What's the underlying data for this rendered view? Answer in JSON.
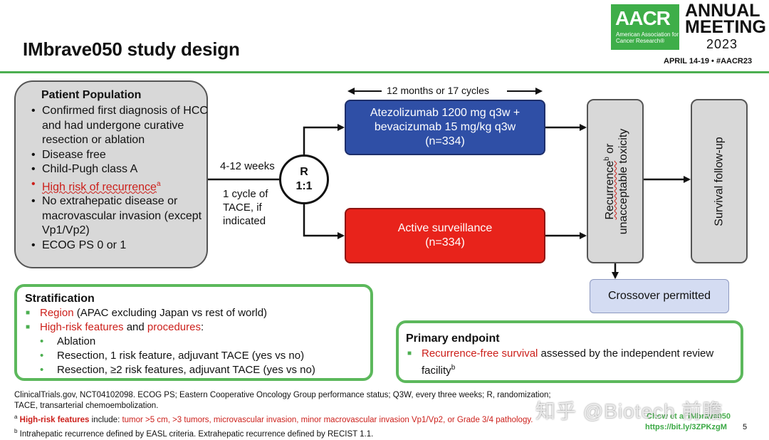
{
  "header": {
    "title": "IMbrave050 study design",
    "logo_text": "AACR",
    "logo_subtext": "American Association for Cancer Research®",
    "meeting_line1": "ANNUAL",
    "meeting_line2": "MEETING",
    "meeting_year": "2023",
    "meeting_dates": "APRIL 14-19 • #AACR23"
  },
  "population": {
    "title": "Patient Population",
    "items": [
      {
        "text": "Confirmed first diagnosis of HCC and had undergone curative resection or ablation",
        "sup": ""
      },
      {
        "text": "Disease free",
        "sup": ""
      },
      {
        "text": "Child-Pugh class A",
        "sup": ""
      },
      {
        "text": "High risk of recurrence",
        "sup": "a"
      },
      {
        "text": "No extrahepatic disease or macrovascular invasion (except Vp1/Vp2)",
        "sup": ""
      },
      {
        "text": "ECOG PS 0 or 1",
        "sup": ""
      }
    ]
  },
  "randomization": {
    "timing": "4-12 weeks",
    "r_label": "R",
    "ratio": "1:1",
    "tace_note_1": "1 cycle of",
    "tace_note_2": "TACE, if",
    "tace_note_3": "indicated"
  },
  "treatment_period": "12 months or 17 cycles",
  "arms": {
    "experimental_line1": "Atezolizumab 1200 mg q3w +",
    "experimental_line2": "bevacizumab 15 mg/kg q3w",
    "experimental_n": "(n=334)",
    "control_line1": "Active surveillance",
    "control_n": "(n=334)"
  },
  "outcomes": {
    "recurrence_line1_a": "Recurrence",
    "recurrence_sup": "b",
    "recurrence_line1_b": " or",
    "recurrence_line2": "unacceptable toxicity",
    "survival": "Survival follow-up",
    "crossover": "Crossover permitted"
  },
  "stratification": {
    "title": "Stratification",
    "region_label": "Region",
    "region_rest": " (APAC excluding Japan vs rest of world)",
    "features_label": "High-risk features",
    "features_and": " and ",
    "procedures_label": "procedures",
    "procedures_colon": ":",
    "sub_items": [
      "Ablation",
      "Resection, 1 risk feature, adjuvant TACE (yes vs no)",
      "Resection, ≥2 risk features, adjuvant TACE (yes vs no)"
    ]
  },
  "primary": {
    "title": "Primary endpoint",
    "rfs_label": "Recurrence-free survival",
    "rfs_rest": " assessed by the independent review facility",
    "rfs_sup": "b"
  },
  "footnotes": {
    "line1": "ClinicalTrials.gov, NCT04102098. ECOG PS; Eastern Cooperative Oncology Group performance status; Q3W, every three weeks; R, randomization;",
    "line2": "TACE, transarterial chemoembolization.",
    "a_mark": "a",
    "a_label": "High-risk features",
    "a_include": " include: ",
    "a_red": "tumor >5 cm, >3 tumors, microvascular invasion, minor macrovascular invasion Vp1/Vp2, or Grade 3/4 pathology.",
    "b_mark": "b",
    "b_text": " Intrahepatic recurrence defined by EASL criteria. Extrahepatic recurrence defined by RECIST 1.1."
  },
  "reference": {
    "citation": "Chow et al IMbrave050",
    "url": "https://bit.ly/3ZPKzgM",
    "page": "5"
  },
  "watermark": "知乎 @Biotech 前瞻",
  "colors": {
    "accent_green": "#4caf50",
    "arm_blue": "#2f4fa6",
    "arm_red": "#e8231b",
    "highlight_red": "#cc1f1a",
    "box_gray": "#d8d8d8"
  }
}
